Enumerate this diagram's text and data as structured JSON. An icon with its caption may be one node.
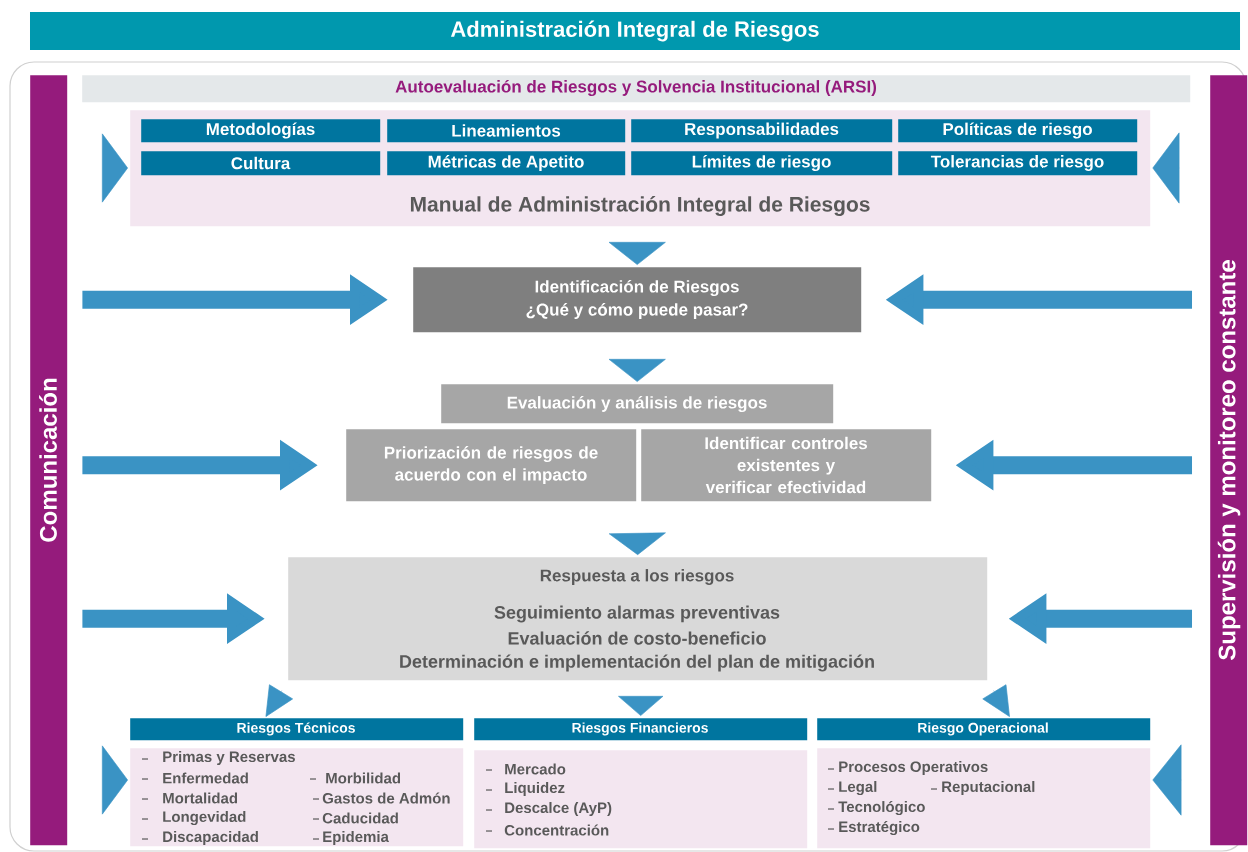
{
  "diagram": {
    "title": "Administración Integral de Riesgos",
    "nodes": [
      {
        "text": [
          "Comunicación"
        ]
      },
      {
        "text": [
          "Supervisión  y monitoreo constante"
        ]
      },
      {
        "text": [
          "Autoevaluación de Riesgos y Solvencia Institucional (ARSI)"
        ]
      },
      {
        "text": [
          "Manual de Administración Integral de Riesgos"
        ]
      },
      {
        "text": [
          "Metodologías"
        ],
        "in": 3
      },
      {
        "text": [
          "Lineamientos"
        ],
        "in": 3
      },
      {
        "text": [
          "Responsabilidades"
        ],
        "in": 3
      },
      {
        "text": [
          "Políticas de riesgo"
        ],
        "in": 3
      },
      {
        "text": [
          "Cultura"
        ],
        "in": 3
      },
      {
        "text": [
          "Métricas de Apetito"
        ],
        "in": 3
      },
      {
        "text": [
          "Límites de riesgo"
        ],
        "in": 3
      },
      {
        "text": [
          "Tolerancias de riesgo"
        ],
        "in": 3
      },
      {
        "text": [
          "Identificación de Riesgos",
          "¿Qué y cómo puede pasar?"
        ]
      },
      {
        "text": [
          "Evaluación y análisis de riesgos"
        ]
      },
      {
        "text": [
          "Priorización de riesgos de acuerdo con el impacto"
        ]
      },
      {
        "text": [
          "Identificar controles existentes y verificar efectividad"
        ]
      },
      {
        "text": [
          "Respuesta a los riesgos",
          "Seguimiento alarmas preventivas",
          "Evaluación de costo-beneficio",
          "Determinación e implementación del plan de mitigación"
        ]
      },
      {
        "text": [
          "Riesgos Técnicos"
        ]
      },
      {
        "text": [
          "Primas y Reservas",
          "Enfermedad",
          "Morbilidad",
          "Mortalidad",
          "Gastos de Admón",
          "Longevidad",
          "Caducidad",
          "Discapacidad",
          "Epidemia"
        ]
      },
      {
        "text": [
          "Riesgos Financieros"
        ]
      },
      {
        "text": [
          "Mercado",
          "Liquidez",
          "Descalce (AyP)",
          "Concentración"
        ]
      },
      {
        "text": [
          "Riesgo Operacional"
        ]
      },
      {
        "text": [
          "Procesos Operativos",
          "Legal",
          "Reputacional",
          "Tecnológico",
          "Estratégico"
        ]
      }
    ],
    "edges": [
      {
        "from": null,
        "to": 3,
        "arrow": "to"
      },
      {
        "from": null,
        "to": 3,
        "arrow": "to"
      },
      {
        "from": 3,
        "to": 12,
        "arrow": "to"
      },
      {
        "from": 0,
        "to": 12,
        "arrow": "to"
      },
      {
        "from": 1,
        "to": 12,
        "arrow": "to"
      },
      {
        "from": 12,
        "to": 13,
        "arrow": "to"
      },
      {
        "from": 0,
        "to": 14,
        "arrow": "to"
      },
      {
        "from": 1,
        "to": 15,
        "arrow": "to"
      },
      {
        "from": null,
        "to": 16,
        "arrow": "to"
      },
      {
        "from": 0,
        "to": 16,
        "arrow": "to"
      },
      {
        "from": 1,
        "to": 16,
        "arrow": "to"
      },
      {
        "from": 16,
        "to": 17,
        "arrow": "to"
      },
      {
        "from": 16,
        "to": 19,
        "arrow": "to"
      },
      {
        "from": 16,
        "to": 21,
        "arrow": "to"
      },
      {
        "from": null,
        "to": 18,
        "arrow": "to"
      },
      {
        "from": null,
        "to": 22,
        "arrow": "to"
      }
    ]
  }
}
